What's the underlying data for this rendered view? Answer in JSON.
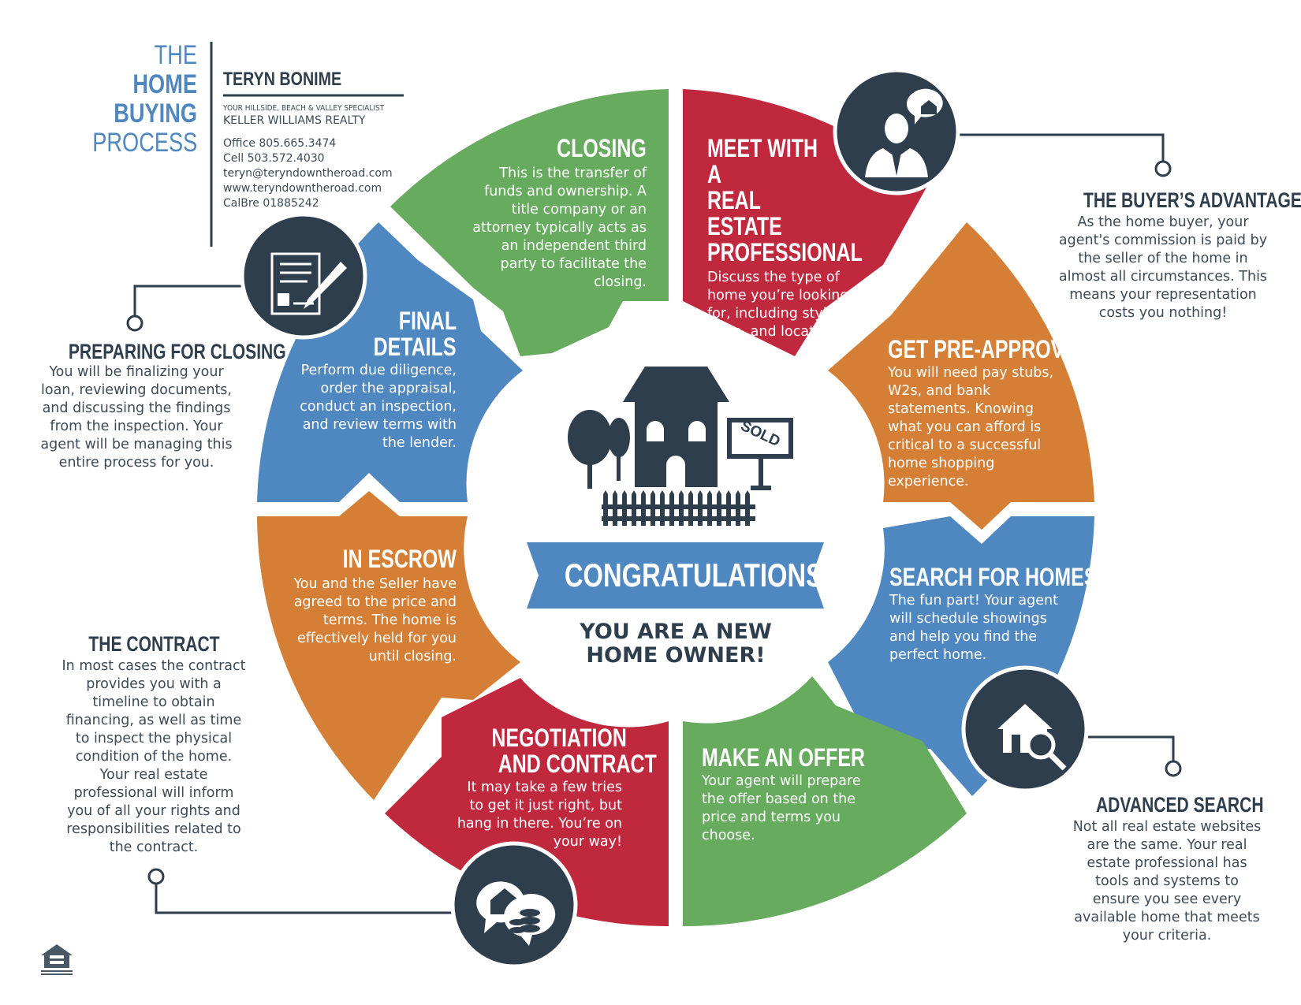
{
  "header": {
    "title_line1": "THE",
    "title_line2": "HOME BUYING",
    "title_line3": "PROCESS",
    "agent_name": "TERYN BONIME",
    "specialty": "YOUR HILLSIDE, BEACH & VALLEY SPECIALIST",
    "company": "KELLER WILLIAMS REALTY",
    "office": "Office 805.665.3474",
    "cell": "Cell 503.572.4030",
    "email": "teryn@teryndowntheroad.com",
    "website": "www.teryndowntheroad.com",
    "license": "CalBre 01885242"
  },
  "center": {
    "banner": "CONGRATULATIONS!",
    "line1": "YOU ARE A NEW",
    "line2": "HOME OWNER!",
    "sign_text": "SOLD"
  },
  "steps": {
    "meet": {
      "title": "MEET WITH A REAL ESTATE PROFESSIONAL",
      "t1": "MEET WITH A",
      "t2": "REAL ESTATE",
      "t3": "PROFESSIONAL",
      "text": "Discuss the type of home you’re looking for, including style, price, and location."
    },
    "preapproved": {
      "title": "GET PRE-APPROVED",
      "text": "You will need pay stubs, W2s, and bank statements. Knowing what you can afford is critical to a successful home shopping experience."
    },
    "search": {
      "title": "SEARCH FOR HOMES",
      "text": "The fun part! Your agent will schedule showings and help you find the perfect home."
    },
    "offer": {
      "title": "MAKE AN OFFER",
      "text": "Your agent will prepare the offer based on the price and terms you choose."
    },
    "negotiation": {
      "t1": "NEGOTIATION",
      "t2": "AND CONTRACT",
      "text": "It may take a few tries to get it just right, but hang in there. You’re on your way!"
    },
    "escrow": {
      "title": "IN ESCROW",
      "text": "You and the Seller have agreed to the price and terms. The home is effectively held for you until closing."
    },
    "final": {
      "t1": "FINAL",
      "t2": "DETAILS",
      "text": "Perform due diligence, order the appraisal, conduct an inspection, and review terms with the lender."
    },
    "closing": {
      "title": "CLOSING",
      "text": "This is the transfer of funds and ownership. A title company or an attorney typically acts as an independent third party to facilitate the closing."
    }
  },
  "callouts": {
    "buyers_advantage": {
      "title": "THE BUYER’S ADVANTAGE",
      "text": "As the home buyer, your agent's commission is paid by the seller of the home in almost all circumstances. This means your representation costs you nothing!"
    },
    "preparing": {
      "title": "PREPARING FOR CLOSING",
      "text": "You will be finalizing your loan, reviewing documents, and discussing the findings from the inspection. Your agent will be managing this entire process for you."
    },
    "contract": {
      "title": "THE CONTRACT",
      "text": "In most cases the contract provides you with a timeline to obtain financing, as well as time to inspect the physical condition of the home. Your real estate professional will inform you of all your rights and responsibilities related to the contract."
    },
    "advanced": {
      "title": "ADVANCED SEARCH",
      "text": "Not all real estate websites are the same. Your real estate professional has tools and systems to ensure you see every available home that meets your criteria."
    }
  },
  "icons": [
    "agent-icon",
    "document-sign-icon",
    "house-search-icon",
    "house-coins-icon",
    "equal-housing-icon"
  ],
  "colors": {
    "red": "#c0283e",
    "orange": "#d47f35",
    "blue": "#4f87c0",
    "green": "#67ab5f",
    "navy": "#2f3e4c",
    "banner": "#4f87c0"
  }
}
